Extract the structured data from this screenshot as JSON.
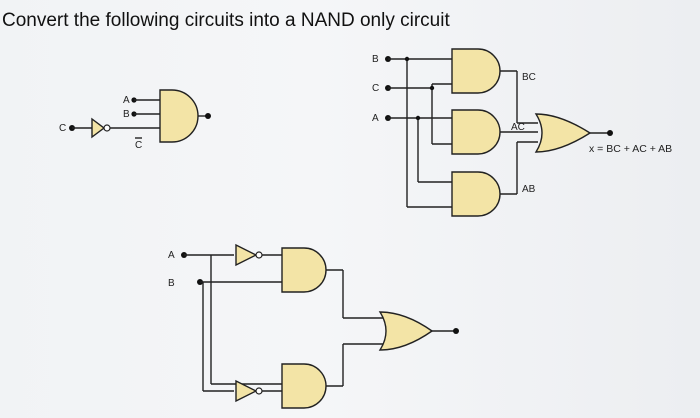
{
  "title": "Convert the following circuits into a NAND only circuit",
  "circuit_1": {
    "input_c": "C",
    "input_a": "A",
    "input_b": "B",
    "input_cbar": "C",
    "gates": [
      "not",
      "and"
    ]
  },
  "circuit_2": {
    "input_b": "B",
    "input_c": "C",
    "input_a": "A",
    "term_bc": "BC",
    "term_ac": "AC",
    "term_ab": "AB",
    "output_expression": "x = BC + AC + AB",
    "gates": [
      "and",
      "and",
      "and",
      "or"
    ]
  },
  "circuit_3": {
    "input_a": "A",
    "input_b": "B",
    "gates": [
      "not",
      "not",
      "and",
      "and",
      "or"
    ]
  }
}
